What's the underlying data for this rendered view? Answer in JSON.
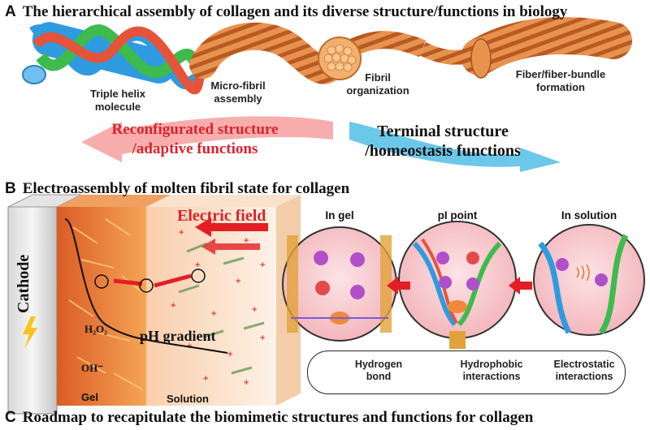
{
  "section_a": {
    "letter": "A",
    "title": "The hierarchical assembly of collagen and its diverse structure/functions in biology",
    "stages": [
      {
        "label": "Triple helix molecule"
      },
      {
        "label": "Micro-fibril assembly"
      },
      {
        "label": "Fibril organization"
      },
      {
        "label": "Fiber/fiber-bundle formation"
      }
    ],
    "left_arrow_text": "Reconfigurated structure /adaptive functions",
    "right_arrow_text": "Terminal structure /homeostasis functions",
    "colors": {
      "red_text": "#d9232b",
      "blue_text": "#111111",
      "left_arrow": "#f7a4a4",
      "right_arrow": "#5cc2e8",
      "fibril": "#d9762f"
    }
  },
  "section_b": {
    "letter": "B",
    "title": "Electroassembly of molten fibril state for collagen",
    "electrode_label": "Cathode",
    "field_label": "Electric field",
    "gradient_label": "pH gradient",
    "h2o2_label": "H₂O₂",
    "oh_label": "OH⁻",
    "gel_label": "Gel",
    "solution_label": "Solution",
    "circles": [
      {
        "title": "In gel"
      },
      {
        "title": "pI point"
      },
      {
        "title": "In solution"
      }
    ],
    "legend": [
      {
        "icon": "hydrogen-bond-icon",
        "label": "Hydrogen bond"
      },
      {
        "icon": "hydrophobic-icon",
        "label": "Hydrophobic interactions"
      },
      {
        "icon": "electrostatic-icon",
        "label": "Electrostatic interactions"
      }
    ],
    "colors": {
      "gel": "#e8742a",
      "solution": "#f9d7b8",
      "field_text": "#d9232b",
      "arrow": "#e31e24",
      "circle_fill": "#f6c9cd"
    }
  },
  "section_c": {
    "letter": "C",
    "title": "Roadmap to recapitulate the biomimetic structures and functions for collagen"
  }
}
